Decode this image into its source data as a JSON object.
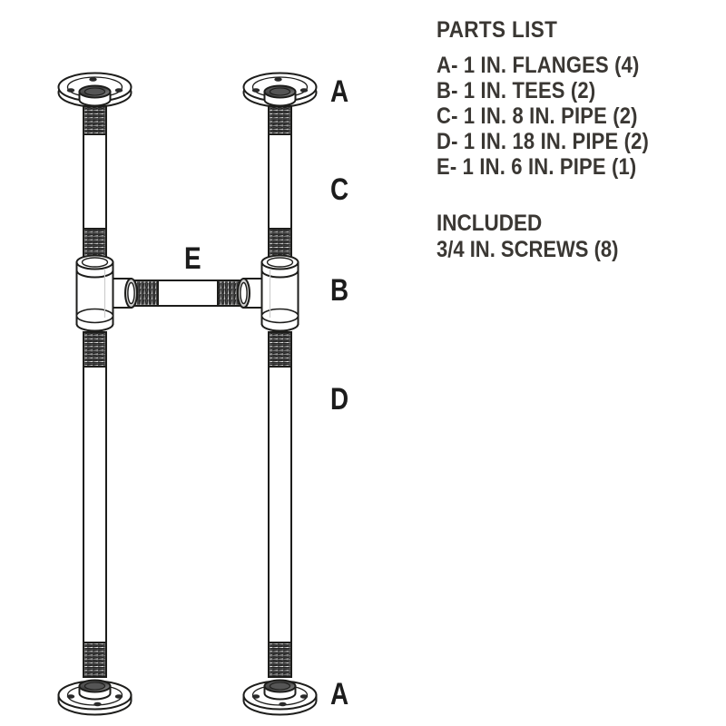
{
  "theme": {
    "background": "#ffffff",
    "text_color": "#3a3733",
    "callout_color": "#1c1c1c",
    "line_color": "#1d1d1b",
    "thread_color": "#3b3b3b",
    "metal_fill": "#ffffff"
  },
  "parts_panel": {
    "heading": "PARTS LIST",
    "items": [
      {
        "key": "A",
        "text": "A- 1 IN. FLANGES (4)"
      },
      {
        "key": "B",
        "text": "B- 1 IN. TEES (2)"
      },
      {
        "key": "C",
        "text": "C- 1 IN. 8 IN. PIPE (2)"
      },
      {
        "key": "D",
        "text": "D- 1 IN. 18 IN. PIPE (2)"
      },
      {
        "key": "E",
        "text": "E- 1 IN. 6 IN. PIPE (1)"
      }
    ],
    "included_heading": "INCLUDED",
    "included_line": "3/4 IN. SCREWS (8)"
  },
  "callouts": {
    "top_flange": "A",
    "upper_pipe": "C",
    "tee": "B",
    "lower_pipe": "D",
    "bottom_flange": "A",
    "cross_pipe": "E"
  },
  "diagram": {
    "title": "Pipe leg assembly exploded diagram",
    "components": [
      {
        "name": "flange-top-left",
        "part": "A",
        "type": "flange",
        "orientation": "hub-down"
      },
      {
        "name": "flange-top-right",
        "part": "A",
        "type": "flange",
        "orientation": "hub-down"
      },
      {
        "name": "pipe-upper-left",
        "part": "C",
        "type": "pipe",
        "length_in": 8
      },
      {
        "name": "pipe-upper-right",
        "part": "C",
        "type": "pipe",
        "length_in": 8
      },
      {
        "name": "tee-left",
        "part": "B",
        "type": "tee",
        "outlet": "right"
      },
      {
        "name": "tee-right",
        "part": "B",
        "type": "tee",
        "outlet": "left"
      },
      {
        "name": "pipe-cross",
        "part": "E",
        "type": "pipe",
        "length_in": 6
      },
      {
        "name": "pipe-lower-left",
        "part": "D",
        "type": "pipe",
        "length_in": 18
      },
      {
        "name": "pipe-lower-right",
        "part": "D",
        "type": "pipe",
        "length_in": 18
      },
      {
        "name": "flange-bottom-left",
        "part": "A",
        "type": "flange",
        "orientation": "hub-up"
      },
      {
        "name": "flange-bottom-right",
        "part": "A",
        "type": "flange",
        "orientation": "hub-up"
      }
    ]
  }
}
